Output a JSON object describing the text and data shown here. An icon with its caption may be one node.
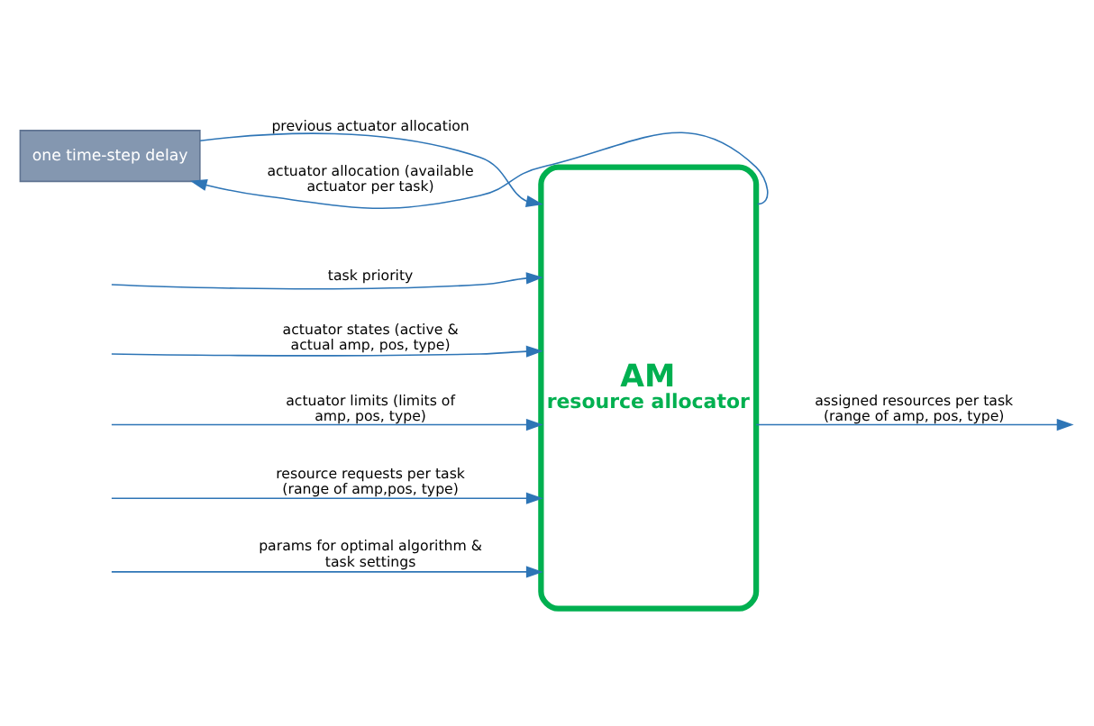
{
  "diagram": {
    "nodes": [
      {
        "text": [
          "one time-step delay"
        ]
      },
      {
        "text": [
          "AM",
          "resource allocator"
        ]
      }
    ],
    "edges": [
      {
        "from": 0,
        "to": 1,
        "arrow": "to",
        "label": "previous actuator allocation"
      },
      {
        "from": 1,
        "to": 0,
        "arrow": "to",
        "label": "actuator allocation (available actuator per task)"
      },
      {
        "from": null,
        "to": 1,
        "arrow": "to",
        "label": "task priority"
      },
      {
        "from": null,
        "to": 1,
        "arrow": "to",
        "label": "actuator states (active & actual amp, pos, type)"
      },
      {
        "from": null,
        "to": 1,
        "arrow": "to",
        "label": "actuator limits (limits of amp, pos, type)"
      },
      {
        "from": null,
        "to": 1,
        "arrow": "to",
        "label": "resource requests per task (range of amp,pos, type)"
      },
      {
        "from": null,
        "to": 1,
        "arrow": "to",
        "label": "params for optimal algorithm & task settings"
      },
      {
        "from": 1,
        "to": null,
        "arrow": "to",
        "label": "assigned resources per task (range of amp, pos, type)"
      }
    ]
  }
}
